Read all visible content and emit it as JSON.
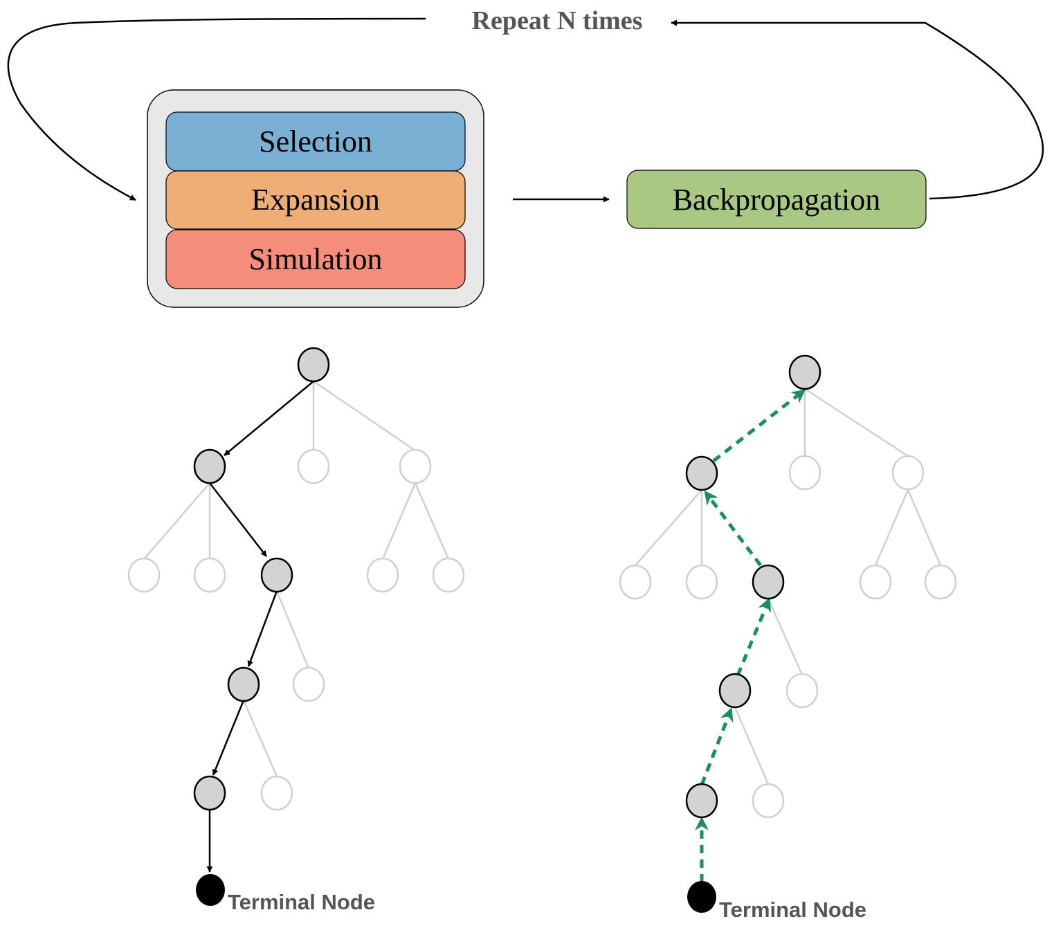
{
  "loop_label": "Repeat N times",
  "phases": {
    "selection": "Selection",
    "expansion": "Expansion",
    "simulation": "Simulation",
    "backpropagation": "Backpropagation"
  },
  "colors": {
    "selection": "#79b0d3",
    "expansion": "#efae76",
    "simulation": "#f48d7a",
    "backpropagation": "#a8c884",
    "container": "#e8e8e8",
    "visited_node": "#d3d3d3",
    "unvisited_edge": "#d0d0d0",
    "backprop_arrow": "#15925a",
    "label_text": "#555555"
  },
  "trees": {
    "left_terminal_label": "Terminal Node",
    "right_terminal_label": "Terminal Node"
  }
}
